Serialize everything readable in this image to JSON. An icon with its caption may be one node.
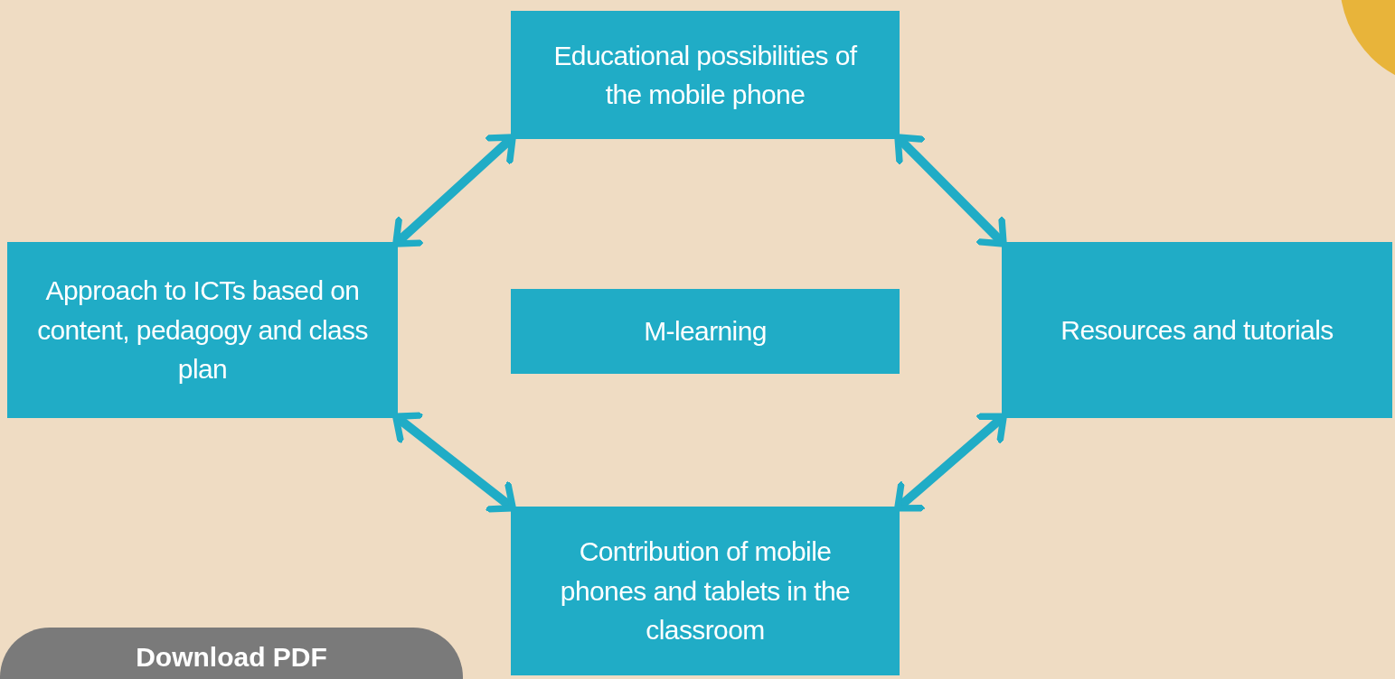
{
  "diagram": {
    "nodes": [
      {
        "text": [
          "Educational possibilities of the mobile phone"
        ]
      },
      {
        "text": [
          "Approach to ICTs based on content, pedagogy and class plan"
        ]
      },
      {
        "text": [
          "M-learning"
        ]
      },
      {
        "text": [
          "Resources and tutorials"
        ]
      },
      {
        "text": [
          "Contribution of mobile phones and tablets in the classroom"
        ]
      },
      {
        "text": [],
        "shape": "circle"
      }
    ],
    "edges": [
      {
        "from": 1,
        "to": 0,
        "arrow": "both"
      },
      {
        "from": 0,
        "to": 3,
        "arrow": "both"
      },
      {
        "from": 1,
        "to": 4,
        "arrow": "both"
      },
      {
        "from": 4,
        "to": 3,
        "arrow": "both"
      }
    ],
    "labels": [
      "Download PDF"
    ]
  }
}
